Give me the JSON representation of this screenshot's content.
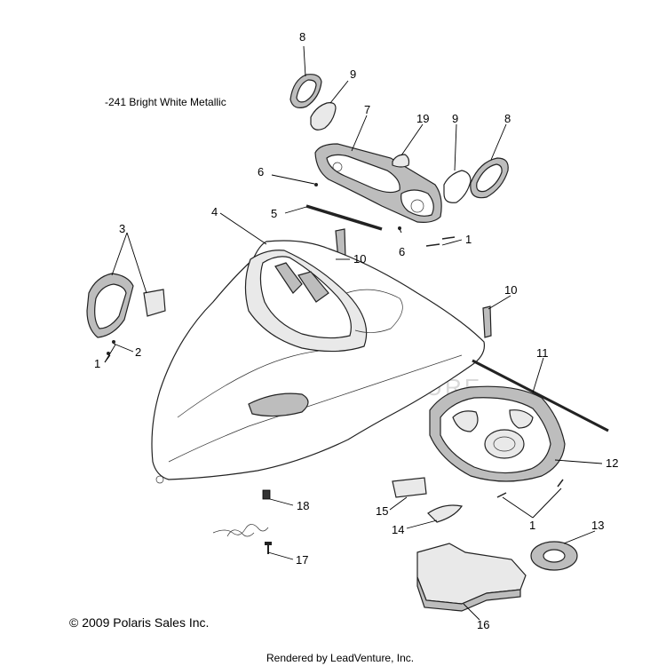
{
  "note": "-241  Bright White Metallic",
  "copyright": "© 2009 Polaris Sales Inc.",
  "rendered_by": "Rendered by LeadVenture, Inc.",
  "watermark": "LEADVENTURE",
  "callouts": {
    "c8a": "8",
    "c9a": "9",
    "c7": "7",
    "c19": "19",
    "c9b": "9",
    "c8b": "8",
    "c6a": "6",
    "c5": "5",
    "c6b": "6",
    "c1a": "1",
    "c4": "4",
    "c3": "3",
    "c10a": "10",
    "c10b": "10",
    "c1b": "1",
    "c2": "2",
    "c11": "11",
    "c12": "12",
    "c18": "18",
    "c15": "15",
    "c14": "14",
    "c1c": "1",
    "c13": "13",
    "c17": "17",
    "c16": "16"
  }
}
